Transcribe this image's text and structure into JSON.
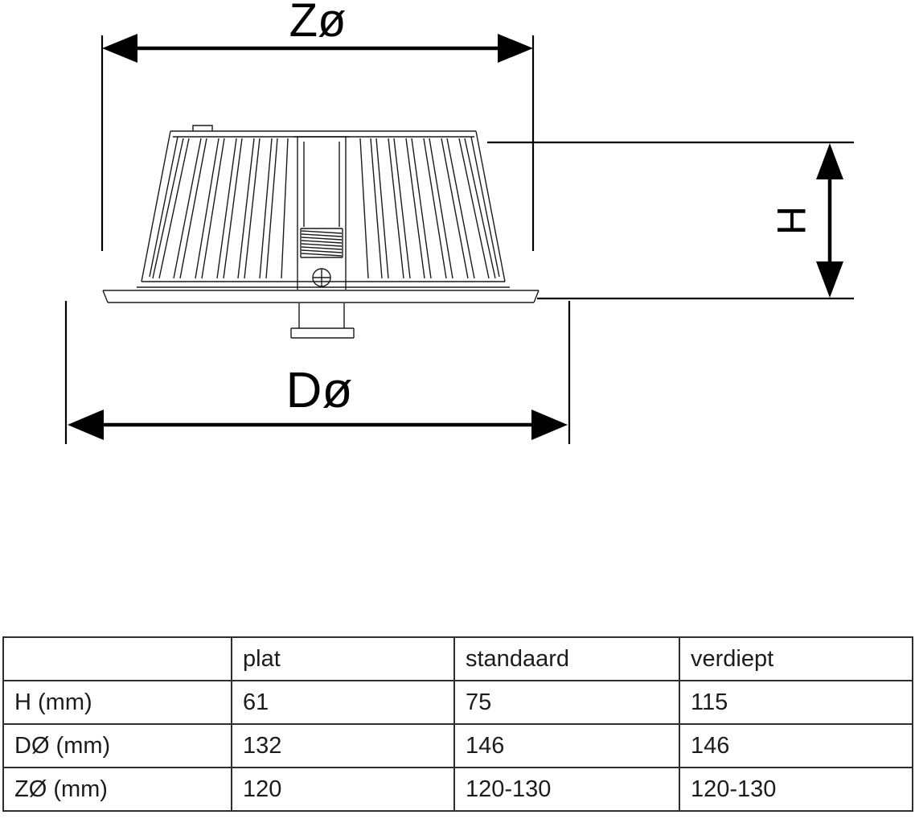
{
  "diagram": {
    "labels": {
      "z_diameter": "Zø",
      "d_diameter": "Dø",
      "height": "H"
    }
  },
  "table": {
    "columns": [
      "",
      "plat",
      "standaard",
      "verdiept"
    ],
    "rows": [
      {
        "label": "H (mm)",
        "values": [
          "61",
          "75",
          "115"
        ]
      },
      {
        "label": "DØ (mm)",
        "values": [
          "132",
          "146",
          "146"
        ]
      },
      {
        "label": "ZØ (mm)",
        "values": [
          "120",
          "120-130",
          "120-130"
        ]
      }
    ]
  },
  "colors": {
    "line": "#000000",
    "drawing_line": "#1a1a1a",
    "table_border": "#2e2e2e"
  }
}
